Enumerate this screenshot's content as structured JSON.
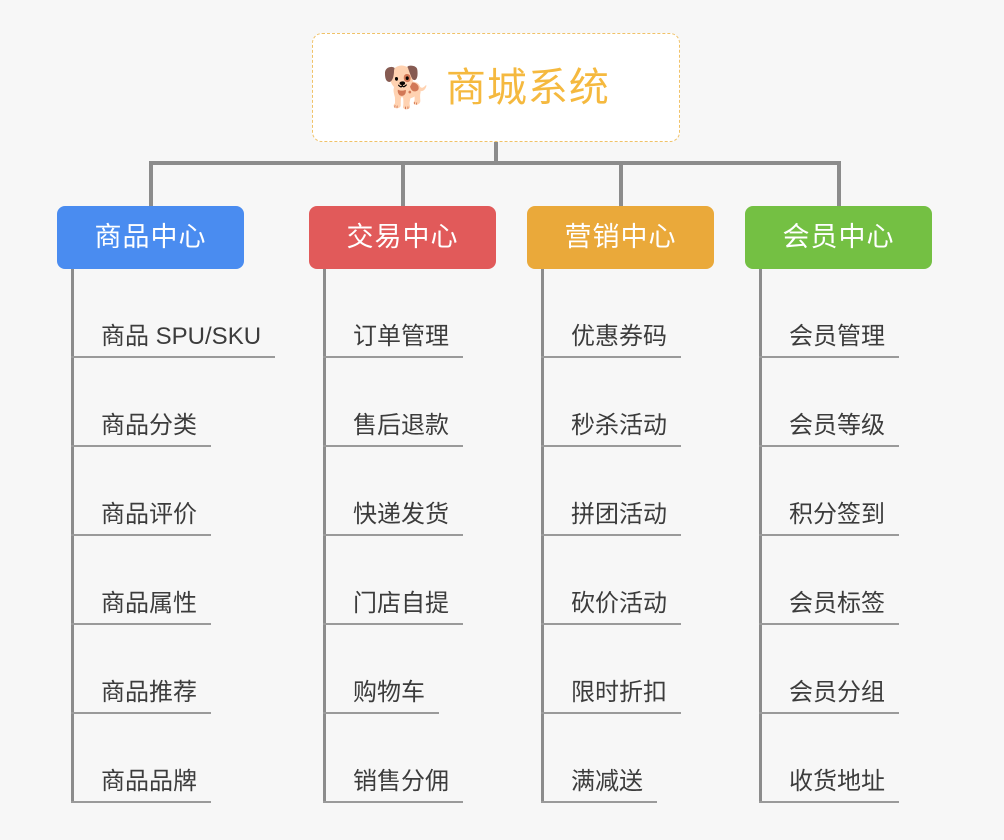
{
  "canvas": {
    "background": "#f7f7f7",
    "connector_color": "#8c8c8c"
  },
  "root": {
    "icon": "dog-face-icon",
    "icon_glyph": "🐕",
    "title": "商城系统",
    "text_color": "#f5b93f",
    "border_color": "#f0c268",
    "background": "#ffffff"
  },
  "branches": [
    {
      "id": "product-center",
      "label": "商品中心",
      "color": "#4a8cf0",
      "items": [
        "商品 SPU/SKU",
        "商品分类",
        "商品评价",
        "商品属性",
        "商品推荐",
        "商品品牌"
      ]
    },
    {
      "id": "trade-center",
      "label": "交易中心",
      "color": "#e15a5a",
      "items": [
        "订单管理",
        "售后退款",
        "快递发货",
        "门店自提",
        "购物车",
        "销售分佣"
      ]
    },
    {
      "id": "marketing-center",
      "label": "营销中心",
      "color": "#eaa93a",
      "items": [
        "优惠券码",
        "秒杀活动",
        "拼团活动",
        "砍价活动",
        "限时折扣",
        "满减送"
      ]
    },
    {
      "id": "member-center",
      "label": "会员中心",
      "color": "#74c043",
      "items": [
        "会员管理",
        "会员等级",
        "积分签到",
        "会员标签",
        "会员分组",
        "收货地址"
      ]
    }
  ]
}
